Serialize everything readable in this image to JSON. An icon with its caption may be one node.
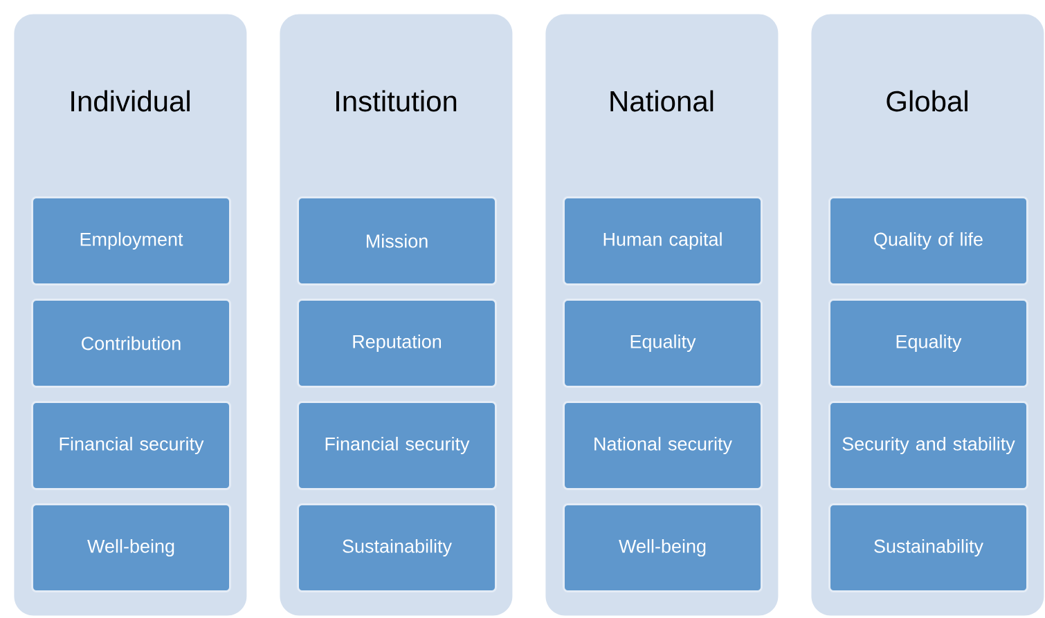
{
  "diagram": {
    "nodes": [
      {
        "text": [
          "Individual"
        ]
      },
      {
        "text": [
          "Employment"
        ],
        "in": 0
      },
      {
        "text": [
          "Contribution"
        ],
        "in": 0
      },
      {
        "text": [
          "Financial security"
        ],
        "in": 0
      },
      {
        "text": [
          "Well-being"
        ],
        "in": 0
      },
      {
        "text": [
          "Institution"
        ]
      },
      {
        "text": [
          "Mission"
        ],
        "in": 5
      },
      {
        "text": [
          "Reputation"
        ],
        "in": 5
      },
      {
        "text": [
          "Financial security"
        ],
        "in": 5
      },
      {
        "text": [
          "Sustainability"
        ],
        "in": 5
      },
      {
        "text": [
          "National"
        ]
      },
      {
        "text": [
          "Human capital"
        ],
        "in": 10
      },
      {
        "text": [
          "Equality"
        ],
        "in": 10
      },
      {
        "text": [
          "National security"
        ],
        "in": 10
      },
      {
        "text": [
          "Well-being"
        ],
        "in": 10
      },
      {
        "text": [
          "Global"
        ]
      },
      {
        "text": [
          "Quality of life"
        ],
        "in": 15
      },
      {
        "text": [
          "Equality"
        ],
        "in": 15
      },
      {
        "text": [
          "Security and stability"
        ],
        "in": 15
      },
      {
        "text": [
          "Sustainability"
        ],
        "in": 15
      }
    ]
  }
}
